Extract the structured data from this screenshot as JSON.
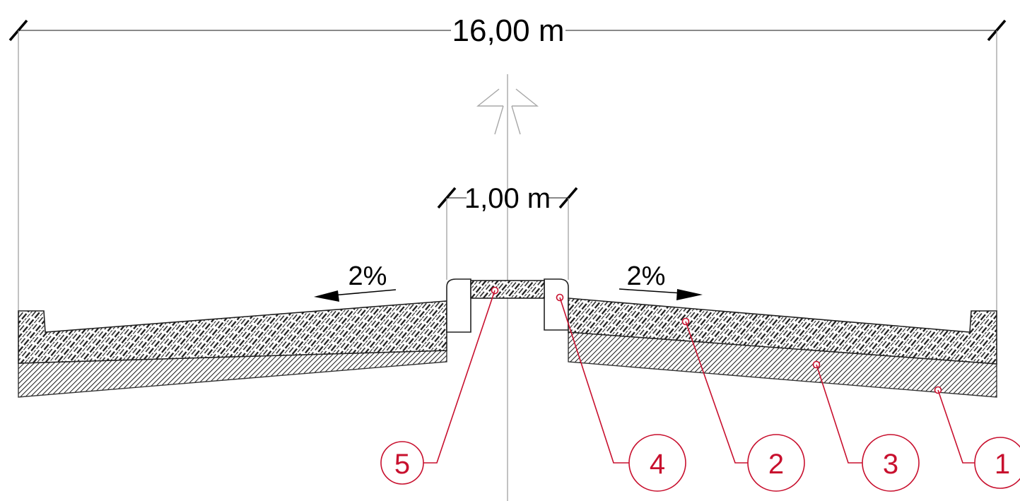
{
  "dimensions": {
    "overall_width": "16,00 m",
    "median_width": "1,00 m"
  },
  "slopes": {
    "left": "2%",
    "right": "2%"
  },
  "callouts": [
    "5",
    "4",
    "2",
    "3",
    "1"
  ],
  "colors": {
    "line": "#000000",
    "dimension_line": "#444444",
    "extension_line": "#9a9a9a",
    "axis": "#a8a8a8",
    "callout": "#c8102e"
  }
}
